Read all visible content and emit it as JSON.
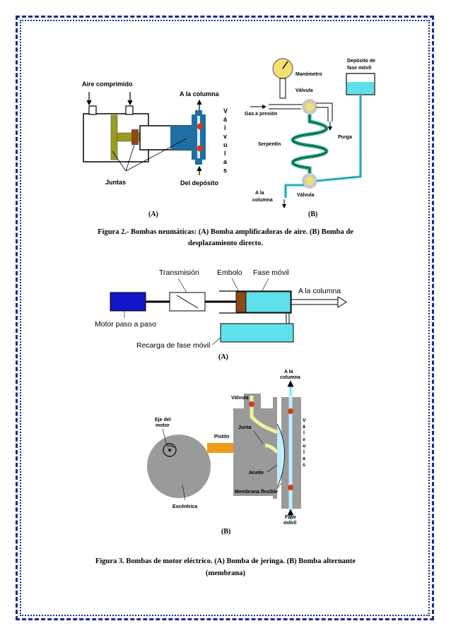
{
  "colors": {
    "frame": "#1a2a8a",
    "pump_blue": "#1e6fa3",
    "mobile_phase": "#5fe0ea",
    "olive": "#9b9b20",
    "brown": "#8b4a1a",
    "motor_blue": "#1414c8",
    "orange": "#f29a1a",
    "gray_disc": "#9a9a9a"
  },
  "fig2": {
    "a": {
      "aire": "Aire comprimido",
      "columna": "A la columna",
      "valvulas": [
        "V",
        "á",
        "l",
        "v",
        "u",
        "l",
        "a",
        "s"
      ],
      "juntas": "Juntas",
      "deposito": "Del depósito",
      "sub": "(A)"
    },
    "b": {
      "manometro": "Manómetro",
      "deposito_l1": "Depósito de",
      "deposito_l2": "fase móvil",
      "valvula_top": "Válvula",
      "gas": "Gas a presión",
      "purga": "Purga",
      "serpentin": "Serpentín",
      "columna_l1": "A la",
      "columna_l2": "columna",
      "valvula_bottom": "Válvula",
      "sub": "(B)"
    },
    "caption_l1": "Figura 2.- Bombas neumáticas: (A) Bomba amplificadoras de aire. (B) Bomba de",
    "caption_l2": "desplazamiento directo."
  },
  "fig3": {
    "a": {
      "transmision": "Transmisión",
      "embolo": "Embolo",
      "fase": "Fase móvil",
      "columna": "A la columna",
      "motor": "Motor paso a paso",
      "recarga": "Recarga de fase móvil",
      "sub": "(A)"
    },
    "b": {
      "columna_l1": "A la",
      "columna_l2": "columna",
      "valvula": "Válvula",
      "eje_l1": "Eje del",
      "eje_l2": "motor",
      "piston": "Pistón",
      "junta": "Junta",
      "valvulas": [
        "V",
        "á",
        "l",
        "v",
        "u",
        "l",
        "a",
        "s"
      ],
      "aceite": "Aceite",
      "membrana": "Membrana flexible",
      "excentrica": "Excéntrica",
      "fase_l1": "Fase",
      "fase_l2": "móvil",
      "sub": "(B)"
    },
    "caption_l1": "Figura 3. Bombas de motor eléctrico. (A) Bomba de jeringa. (B) Bomba alternante",
    "caption_l2": "(membrana)"
  }
}
